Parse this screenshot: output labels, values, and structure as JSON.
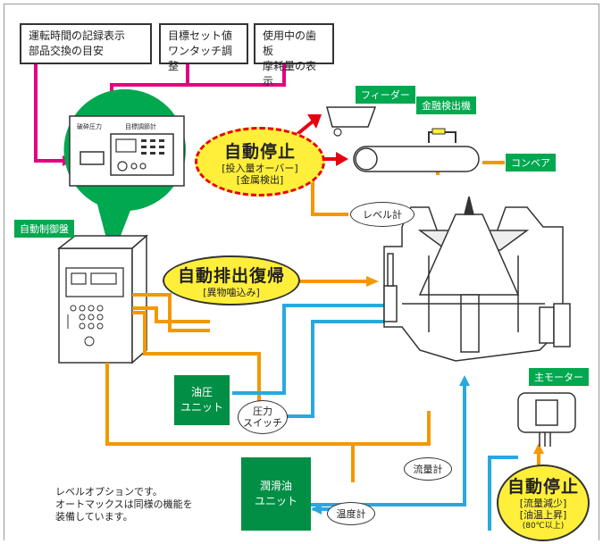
{
  "callouts": {
    "runtime": [
      "運転時間の記録表示",
      "部品交換の目安"
    ],
    "target": [
      "目標セット値",
      "ワンタッチ調整"
    ],
    "wear": [
      "使用中の歯板",
      "摩耗量の表示"
    ]
  },
  "panel_labels": {
    "left_gauge": "破砕圧力",
    "right_gauge": "目標調節計"
  },
  "labels": {
    "feeder": "フィーダー",
    "metal_detector": "金融検出機",
    "conveyor": "コンベア",
    "auto_panel": "自動制御盤",
    "main_motor": "主モーター"
  },
  "units": {
    "hydraulic": [
      "油圧",
      "ユニット"
    ],
    "lube": [
      "潤滑油",
      "ユニット"
    ]
  },
  "sensors": {
    "level": "レベル計",
    "pressure": [
      "圧力",
      "スイッチ"
    ],
    "flow": "流量計",
    "temp": "温度計"
  },
  "stops": {
    "top": {
      "title": "自動停止",
      "lines": [
        "[投入量オーバー]",
        "[金属検出]"
      ]
    },
    "middle": {
      "title": "自動排出復帰",
      "lines": [
        "[異物噛込み]"
      ]
    },
    "bottom": {
      "title": "自動停止",
      "lines": [
        "[流量減少]",
        "[油温上昇]",
        "(80℃以上)"
      ]
    }
  },
  "note": [
    "レベルオプションです。",
    "オートマックスは同様の機能を",
    "装備しています。"
  ],
  "colors": {
    "magenta": "#e4007f",
    "orange": "#f39800",
    "blue": "#29a8e0",
    "green": "#00a84f",
    "yellow": "#ffef3a",
    "red": "#e60012"
  }
}
